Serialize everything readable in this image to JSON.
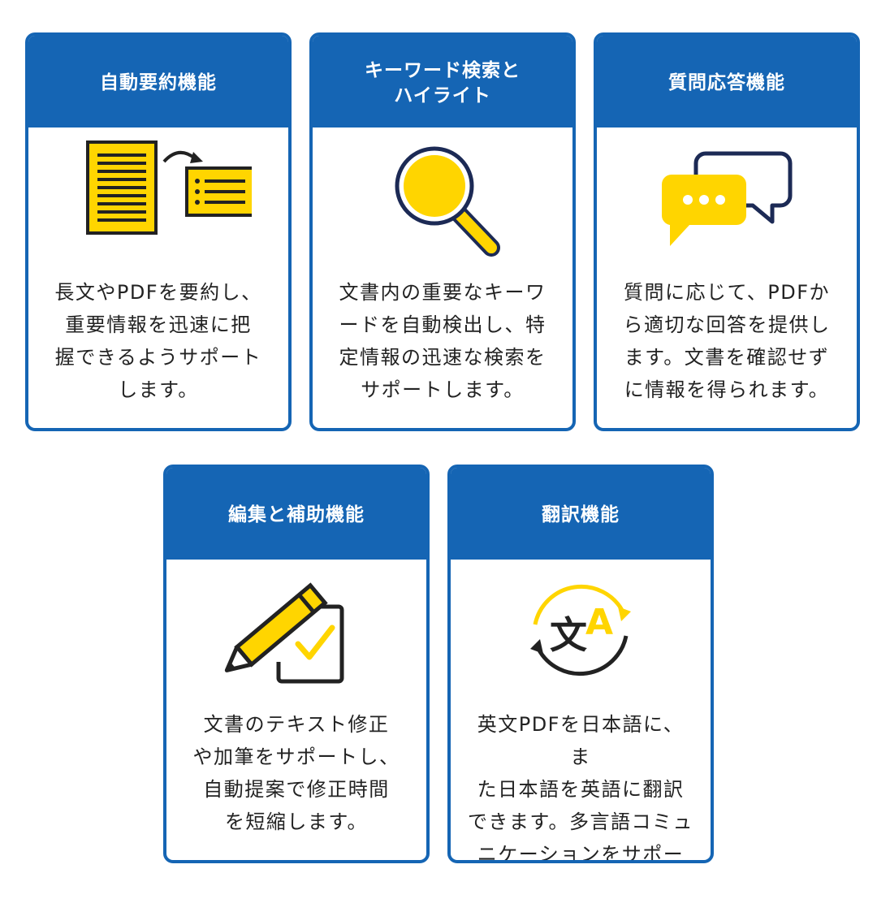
{
  "cards": [
    {
      "title": "自動要約機能",
      "icon": "summary-document-icon",
      "text": "長文やPDFを要約し、\n重要情報を迅速に把\n握できるようサポート\nします。"
    },
    {
      "title": "キーワード検索と\nハイライト",
      "icon": "magnifier-icon",
      "text": "文書内の重要なキーワ\nードを自動検出し、特\n定情報の迅速な検索を\nサポートします。"
    },
    {
      "title": "質問応答機能",
      "icon": "chat-bubbles-icon",
      "text": "質問に応じて、PDFか\nら適切な回答を提供し\nます。文書を確認せず\nに情報を得られます。"
    },
    {
      "title": "編集と補助機能",
      "icon": "pencil-check-icon",
      "text": "文書のテキスト修正\nや加筆をサポートし、\n自動提案で修正時間\nを短縮します。"
    },
    {
      "title": "翻訳機能",
      "icon": "translate-icon",
      "text": "英文PDFを日本語に、ま\nた日本語を英語に翻訳\nできます。多言語コミュ\nニケーションをサポート\nします。"
    }
  ],
  "translate_glyphs": {
    "kanji": "文",
    "latin": "A"
  },
  "colors": {
    "blue": "#1565b4",
    "yellow": "#ffd500",
    "navy": "#1c2a55",
    "dark": "#222222"
  }
}
